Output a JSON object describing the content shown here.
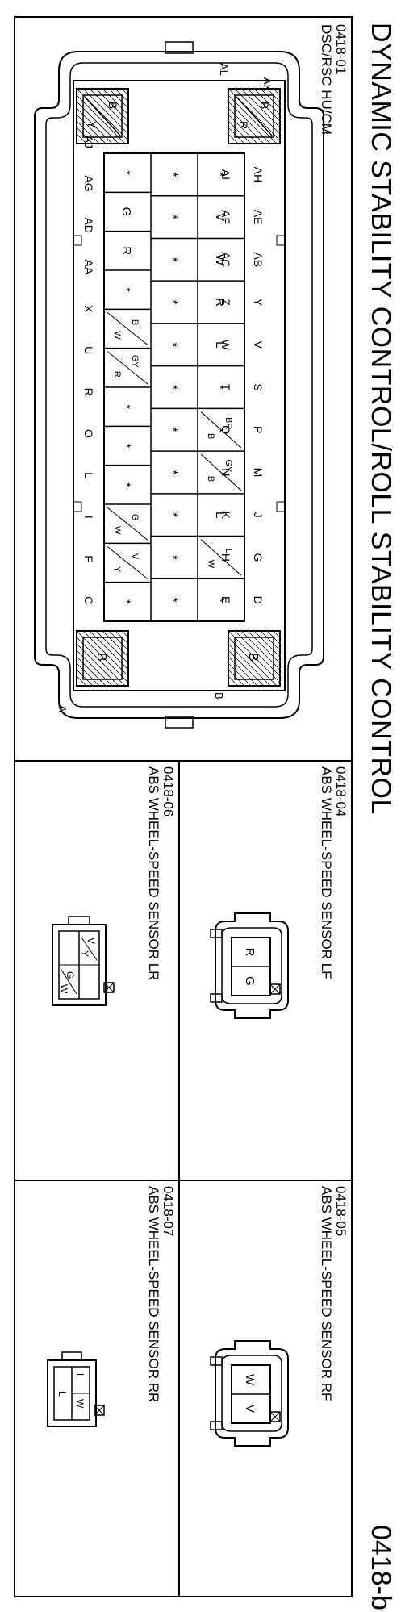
{
  "title": "DYNAMIC STABILITY CONTROL/ROLL STABILITY CONTROL",
  "page_id": "0418-b",
  "connectors": [
    {
      "id": "0418-01",
      "name": "DSC/RSC HU/CM"
    },
    {
      "id": "0418-04",
      "name": "ABS WHEEL-SPEED SENSOR LF"
    },
    {
      "id": "0418-05",
      "name": "ABS WHEEL-SPEED SENSOR RF"
    },
    {
      "id": "0418-06",
      "name": "ABS WHEEL-SPEED SENSOR LR"
    },
    {
      "id": "0418-07",
      "name": "ABS WHEEL-SPEED SENSOR RR"
    }
  ],
  "hucm": {
    "corner_labels": {
      "ak": "AK",
      "al": "AL",
      "b": "B",
      "a": "A"
    },
    "top_pins": [
      "AH",
      "AE",
      "AB",
      "Y",
      "V",
      "S",
      "P",
      "M",
      "J",
      "G",
      "D"
    ],
    "inner_pins": [
      "AI",
      "AF",
      "AC",
      "Z",
      "W",
      "T",
      "Q",
      "N",
      "K",
      "H",
      "E"
    ],
    "bottom_pins": [
      "AJ",
      "AG",
      "AD",
      "AA",
      "X",
      "U",
      "R",
      "O",
      "L",
      "I",
      "F",
      "C"
    ],
    "row1": [
      "*",
      "V",
      "W",
      "R",
      "L",
      "*",
      {
        "a": "BR",
        "b": "B"
      },
      {
        "a": "GY",
        "b": "B"
      },
      "L",
      {
        "a": "L",
        "b": "W"
      },
      "*"
    ],
    "row2": [
      "*",
      "*",
      "*",
      "*",
      "*",
      "*",
      "*",
      "*",
      "*",
      "*",
      "*"
    ],
    "row3": [
      "*",
      "G",
      "R",
      "*",
      {
        "a": "B",
        "b": "W"
      },
      {
        "a": "GY",
        "b": "R"
      },
      "*",
      "*",
      "*",
      {
        "a": "G",
        "b": "W"
      },
      {
        "a": "V",
        "b": "Y"
      },
      "*"
    ],
    "cavities": {
      "ak": {
        "a": "B",
        "b": "R"
      },
      "al": {
        "a": "B",
        "b": "Y"
      },
      "b": "B",
      "a": "B"
    }
  },
  "lf": {
    "pins": [
      "R",
      "G"
    ]
  },
  "rf": {
    "pins": [
      "W",
      "V"
    ]
  },
  "lr": {
    "pins": [
      {
        "a": "V",
        "b": "Y"
      },
      {
        "a": "G",
        "b": "W"
      }
    ]
  },
  "rr": {
    "pins": [
      "L",
      "W",
      "L"
    ]
  }
}
